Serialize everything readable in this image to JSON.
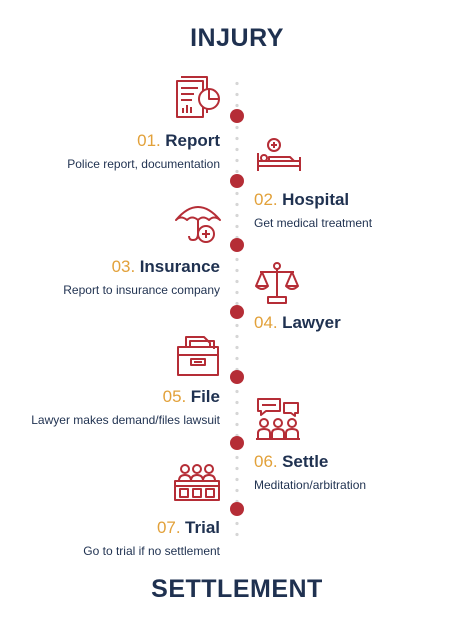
{
  "header": {
    "title": "INJURY"
  },
  "footer": {
    "title": "SETTLEMENT"
  },
  "colors": {
    "accent": "#b52d36",
    "number": "#e2a13a",
    "text": "#1f3150",
    "dots": "#d6d6d6"
  },
  "steps": [
    {
      "num": "01.",
      "name": "Report",
      "desc": "Police report, documentation",
      "icon": "report-document-icon"
    },
    {
      "num": "02.",
      "name": "Hospital",
      "desc": "Get medical treatment",
      "icon": "hospital-bed-icon"
    },
    {
      "num": "03.",
      "name": "Insurance",
      "desc": "Report to insurance company",
      "icon": "insurance-umbrella-icon"
    },
    {
      "num": "04.",
      "name": "Lawyer",
      "desc": "",
      "icon": "scales-of-justice-icon"
    },
    {
      "num": "05.",
      "name": "File",
      "desc": "Lawyer makes demand/files lawsuit",
      "icon": "file-box-icon"
    },
    {
      "num": "06.",
      "name": "Settle",
      "desc": "Meditation/arbitration",
      "icon": "meeting-chat-icon"
    },
    {
      "num": "07.",
      "name": "Trial",
      "desc": "Go to trial if no settlement",
      "icon": "jury-box-icon"
    }
  ]
}
